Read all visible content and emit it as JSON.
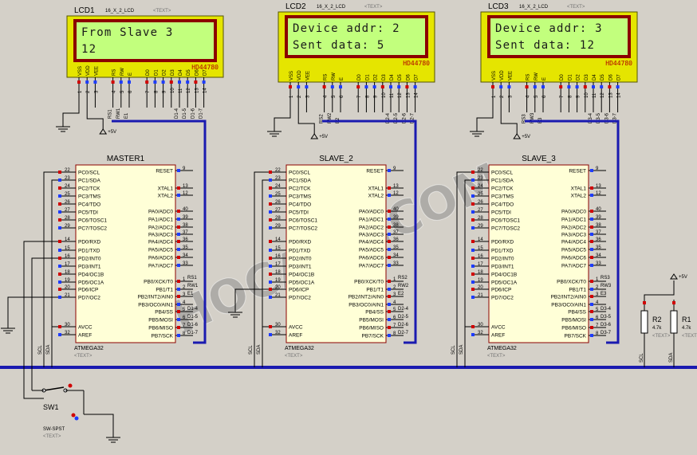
{
  "colors": {
    "background": "#d4d0c8",
    "bus": "#1a1ab0",
    "wire": "#000000",
    "chip_fill": "#ffffd7",
    "chip_border": "#8b0000",
    "pin_text": "#000000",
    "pin_marker_red": "#d00000",
    "pin_marker_blue": "#1e3cff",
    "lcd_bezel": "#e5e500",
    "lcd_screen": "#c2ff7d",
    "lcd_text": "#1a1a1a",
    "lcd_brand": "#b00000",
    "placeholder_text": "#707070",
    "watermark": "#808080"
  },
  "watermark_text": "HOCAVR.COM",
  "lcds": [
    {
      "ref": "LCD1",
      "type": "16_X_2_LCD",
      "text_tag": "<TEXT>",
      "line1": "From Slave 3",
      "line2": "12",
      "brand": "HD44780",
      "pin_names": [
        "VSS",
        "VDD",
        "VEE",
        "RS",
        "RW",
        "E",
        "D0",
        "D1",
        "D2",
        "D3",
        "D4",
        "D5",
        "D6",
        "D7"
      ],
      "pin_numbers": [
        "1",
        "2",
        "3",
        "4",
        "5",
        "6",
        "7",
        "8",
        "9",
        "10",
        "11",
        "12",
        "13",
        "14"
      ],
      "net_labels": [
        "RS1",
        "RW1",
        "E1",
        "D1-4",
        "D1-5",
        "D1-6",
        "D1-7"
      ]
    },
    {
      "ref": "LCD2",
      "type": "16_X_2_LCD",
      "text_tag": "<TEXT>",
      "line1": "Device addr: 2",
      "line2": "Sent data: 5",
      "brand": "HD44780",
      "pin_names": [
        "VSS",
        "VDD",
        "VEE",
        "RS",
        "RW",
        "E",
        "D0",
        "D1",
        "D2",
        "D3",
        "D4",
        "D5",
        "D6",
        "D7"
      ],
      "pin_numbers": [
        "1",
        "2",
        "3",
        "4",
        "5",
        "6",
        "7",
        "8",
        "9",
        "10",
        "11",
        "12",
        "13",
        "14"
      ],
      "net_labels": [
        "RS2",
        "RW2",
        "E2",
        "D2-4",
        "D2-5",
        "D2-6",
        "D2-7"
      ]
    },
    {
      "ref": "LCD3",
      "type": "16_X_2_LCD",
      "text_tag": "<TEXT>",
      "line1": "Device addr: 3",
      "line2": "Sent data: 12",
      "brand": "HD44780",
      "pin_names": [
        "VSS",
        "VDD",
        "VEE",
        "RS",
        "RW",
        "E",
        "D0",
        "D1",
        "D2",
        "D3",
        "D4",
        "D5",
        "D6",
        "D7"
      ],
      "pin_numbers": [
        "1",
        "2",
        "3",
        "4",
        "5",
        "6",
        "7",
        "8",
        "9",
        "10",
        "11",
        "12",
        "13",
        "14"
      ],
      "net_labels": [
        "RS3",
        "RW3",
        "E3",
        "D3-4",
        "D3-5",
        "D3-6",
        "D3-7"
      ]
    }
  ],
  "mcus": [
    {
      "ref": "MASTER1",
      "part": "ATMEGA32",
      "text_tag": "<TEXT>",
      "left_pins": [
        {
          "num": "22",
          "name": "PC0/SCL"
        },
        {
          "num": "23",
          "name": "PC1/SDA"
        },
        {
          "num": "24",
          "name": "PC2/TCK"
        },
        {
          "num": "25",
          "name": "PC3/TMS"
        },
        {
          "num": "26",
          "name": "PC4/TDO"
        },
        {
          "num": "27",
          "name": "PC5/TDI"
        },
        {
          "num": "28",
          "name": "PC6/TOSC1"
        },
        {
          "num": "29",
          "name": "PC7/TOSC2"
        },
        {
          "num": "14",
          "name": "PD0/RXD"
        },
        {
          "num": "15",
          "name": "PD1/TXD"
        },
        {
          "num": "16",
          "name": "PD2/INT0"
        },
        {
          "num": "17",
          "name": "PD3/INT1"
        },
        {
          "num": "18",
          "name": "PD4/OC1B"
        },
        {
          "num": "19",
          "name": "PD5/OC1A"
        },
        {
          "num": "20",
          "name": "PD6/ICP"
        },
        {
          "num": "21",
          "name": "PD7/OC2"
        },
        {
          "num": "30",
          "name": "AVCC"
        },
        {
          "num": "32",
          "name": "AREF"
        }
      ],
      "right_pins": [
        {
          "num": "9",
          "name": "RESET"
        },
        {
          "num": "13",
          "name": "XTAL1"
        },
        {
          "num": "12",
          "name": "XTAL2"
        },
        {
          "num": "40",
          "name": "PA0/ADC0"
        },
        {
          "num": "39",
          "name": "PA1/ADC1"
        },
        {
          "num": "38",
          "name": "PA2/ADC2"
        },
        {
          "num": "37",
          "name": "PA3/ADC3"
        },
        {
          "num": "36",
          "name": "PA4/ADC4"
        },
        {
          "num": "35",
          "name": "PA5/ADC5"
        },
        {
          "num": "34",
          "name": "PA6/ADC6"
        },
        {
          "num": "33",
          "name": "PA7/ADC7"
        },
        {
          "num": "1",
          "name": "PB0/XCK/T0"
        },
        {
          "num": "2",
          "name": "PB1/T1"
        },
        {
          "num": "3",
          "name": "PB2/INT2/AIN0"
        },
        {
          "num": "4",
          "name": "PB3/OC0/AIN1"
        },
        {
          "num": "5",
          "name": "PB4/SS"
        },
        {
          "num": "6",
          "name": "PB5/MOSI"
        },
        {
          "num": "7",
          "name": "PB6/MISO"
        },
        {
          "num": "8",
          "name": "PB7/SCK"
        }
      ],
      "net_labels": [
        "RS1",
        "RW1",
        "E1",
        "D1-4",
        "D1-5",
        "D1-6",
        "D1-7"
      ],
      "bottom_labels": [
        "SCL",
        "SDA"
      ]
    },
    {
      "ref": "SLAVE_2",
      "part": "ATMEGA32",
      "text_tag": "<TEXT>",
      "left_pins": [
        {
          "num": "22",
          "name": "PC0/SCL"
        },
        {
          "num": "23",
          "name": "PC1/SDA"
        },
        {
          "num": "24",
          "name": "PC2/TCK"
        },
        {
          "num": "25",
          "name": "PC3/TMS"
        },
        {
          "num": "26",
          "name": "PC4/TDO"
        },
        {
          "num": "27",
          "name": "PC5/TDI"
        },
        {
          "num": "28",
          "name": "PC6/TOSC1"
        },
        {
          "num": "29",
          "name": "PC7/TOSC2"
        },
        {
          "num": "14",
          "name": "PD0/RXD"
        },
        {
          "num": "15",
          "name": "PD1/TXD"
        },
        {
          "num": "16",
          "name": "PD2/INT0"
        },
        {
          "num": "17",
          "name": "PD3/INT1"
        },
        {
          "num": "18",
          "name": "PD4/OC1B"
        },
        {
          "num": "19",
          "name": "PD5/OC1A"
        },
        {
          "num": "20",
          "name": "PD6/ICP"
        },
        {
          "num": "21",
          "name": "PD7/OC2"
        },
        {
          "num": "30",
          "name": "AVCC"
        },
        {
          "num": "32",
          "name": "AREF"
        }
      ],
      "right_pins": [
        {
          "num": "9",
          "name": "RESET"
        },
        {
          "num": "13",
          "name": "XTAL1"
        },
        {
          "num": "12",
          "name": "XTAL2"
        },
        {
          "num": "40",
          "name": "PA0/ADC0"
        },
        {
          "num": "39",
          "name": "PA1/ADC1"
        },
        {
          "num": "38",
          "name": "PA2/ADC2"
        },
        {
          "num": "37",
          "name": "PA3/ADC3"
        },
        {
          "num": "36",
          "name": "PA4/ADC4"
        },
        {
          "num": "35",
          "name": "PA5/ADC5"
        },
        {
          "num": "34",
          "name": "PA6/ADC6"
        },
        {
          "num": "33",
          "name": "PA7/ADC7"
        },
        {
          "num": "1",
          "name": "PB0/XCK/T0"
        },
        {
          "num": "2",
          "name": "PB1/T1"
        },
        {
          "num": "3",
          "name": "PB2/INT2/AIN0"
        },
        {
          "num": "4",
          "name": "PB3/OC0/AIN1"
        },
        {
          "num": "5",
          "name": "PB4/SS"
        },
        {
          "num": "6",
          "name": "PB5/MOSI"
        },
        {
          "num": "7",
          "name": "PB6/MISO"
        },
        {
          "num": "8",
          "name": "PB7/SCK"
        }
      ],
      "net_labels": [
        "RS2",
        "RW2",
        "E2",
        "D2-4",
        "D2-5",
        "D2-6",
        "D2-7"
      ],
      "bottom_labels": [
        "SCL",
        "SDA"
      ]
    },
    {
      "ref": "SLAVE_3",
      "part": "ATMEGA32",
      "text_tag": "<TEXT>",
      "left_pins": [
        {
          "num": "22",
          "name": "PC0/SCL"
        },
        {
          "num": "23",
          "name": "PC1/SDA"
        },
        {
          "num": "24",
          "name": "PC2/TCK"
        },
        {
          "num": "25",
          "name": "PC3/TMS"
        },
        {
          "num": "26",
          "name": "PC4/TDO"
        },
        {
          "num": "27",
          "name": "PC5/TDI"
        },
        {
          "num": "28",
          "name": "PC6/TOSC1"
        },
        {
          "num": "29",
          "name": "PC7/TOSC2"
        },
        {
          "num": "14",
          "name": "PD0/RXD"
        },
        {
          "num": "15",
          "name": "PD1/TXD"
        },
        {
          "num": "16",
          "name": "PD2/INT0"
        },
        {
          "num": "17",
          "name": "PD3/INT1"
        },
        {
          "num": "18",
          "name": "PD4/OC1B"
        },
        {
          "num": "19",
          "name": "PD5/OC1A"
        },
        {
          "num": "20",
          "name": "PD6/ICP"
        },
        {
          "num": "21",
          "name": "PD7/OC2"
        },
        {
          "num": "30",
          "name": "AVCC"
        },
        {
          "num": "32",
          "name": "AREF"
        }
      ],
      "right_pins": [
        {
          "num": "9",
          "name": "RESET"
        },
        {
          "num": "13",
          "name": "XTAL1"
        },
        {
          "num": "12",
          "name": "XTAL2"
        },
        {
          "num": "40",
          "name": "PA0/ADC0"
        },
        {
          "num": "39",
          "name": "PA1/ADC1"
        },
        {
          "num": "38",
          "name": "PA2/ADC2"
        },
        {
          "num": "37",
          "name": "PA3/ADC3"
        },
        {
          "num": "36",
          "name": "PA4/ADC4"
        },
        {
          "num": "35",
          "name": "PA5/ADC5"
        },
        {
          "num": "34",
          "name": "PA6/ADC6"
        },
        {
          "num": "33",
          "name": "PA7/ADC7"
        },
        {
          "num": "1",
          "name": "PB0/XCK/T0"
        },
        {
          "num": "2",
          "name": "PB1/T1"
        },
        {
          "num": "3",
          "name": "PB2/INT2/AIN0"
        },
        {
          "num": "4",
          "name": "PB3/OC0/AIN1"
        },
        {
          "num": "5",
          "name": "PB4/SS"
        },
        {
          "num": "6",
          "name": "PB5/MOSI"
        },
        {
          "num": "7",
          "name": "PB6/MISO"
        },
        {
          "num": "8",
          "name": "PB7/SCK"
        }
      ],
      "net_labels": [
        "RS3",
        "RW3",
        "E3",
        "D3-4",
        "D3-5",
        "D3-6",
        "D3-7"
      ],
      "bottom_labels": [
        "SCL",
        "SDA"
      ]
    }
  ],
  "power_label": "+5V",
  "resistors": [
    {
      "ref": "R2",
      "value": "4.7k",
      "text_tag": "<TEXT>",
      "net": "SCL"
    },
    {
      "ref": "R1",
      "value": "4.7k",
      "text_tag": "<TEXT>",
      "net": "SDA"
    }
  ],
  "switch": {
    "ref": "SW1",
    "part": "SW-SPST",
    "text_tag": "<TEXT>"
  }
}
